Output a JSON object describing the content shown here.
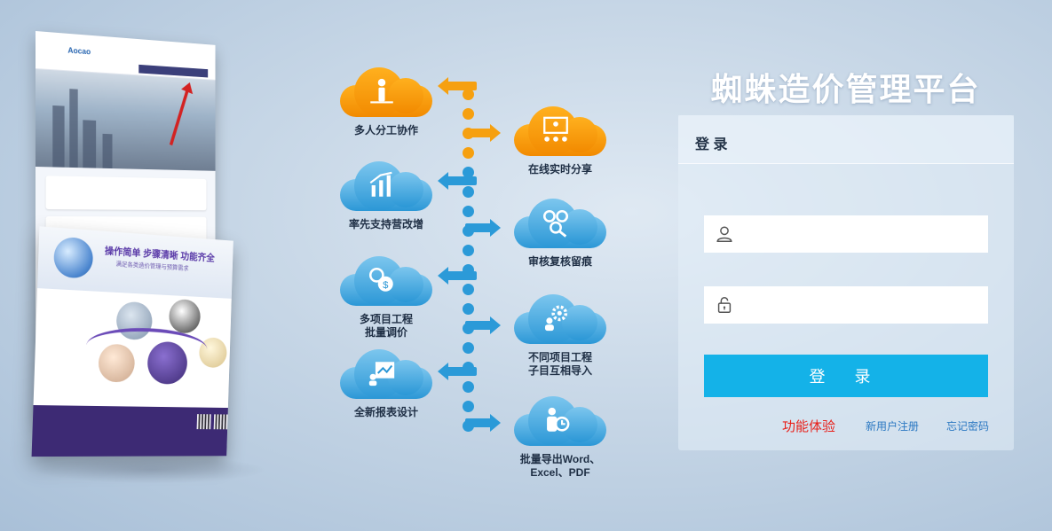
{
  "title": "蜘蛛造价管理平台",
  "colors": {
    "orange": "#f28a00",
    "blue": "#2b97d6",
    "button": "#14b2e8",
    "experience_link": "#e8211b",
    "link": "#2b78c2"
  },
  "features": [
    {
      "label": "多人分工协作",
      "color": "orange",
      "icon": "people-icon"
    },
    {
      "label": "在线实时分享",
      "color": "orange",
      "icon": "presentation-icon"
    },
    {
      "label": "率先支持营改增",
      "color": "blue",
      "icon": "growth-chart-icon"
    },
    {
      "label": "审核复核留痕",
      "color": "blue",
      "icon": "audit-icon"
    },
    {
      "label": "多项目工程\n批量调价",
      "color": "blue",
      "icon": "price-adjust-icon"
    },
    {
      "label": "不同项目工程\n子目互相导入",
      "color": "blue",
      "icon": "gear-person-icon"
    },
    {
      "label": "全新报表设计",
      "color": "blue",
      "icon": "report-icon"
    },
    {
      "label": "批量导出Word、\nExcel、PDF",
      "color": "blue",
      "icon": "export-clock-icon"
    }
  ],
  "login": {
    "header": "登 录",
    "username_value": "",
    "password_value": "",
    "button_label": "登  录",
    "links": {
      "experience": "功能体验",
      "register": "新用户注册",
      "forgot": "忘记密码"
    }
  },
  "mockup": {
    "slogan_line1": "操作简单 步骤清晰 功能齐全",
    "slogan_line2": "满足各类造价管理与预算需求"
  }
}
